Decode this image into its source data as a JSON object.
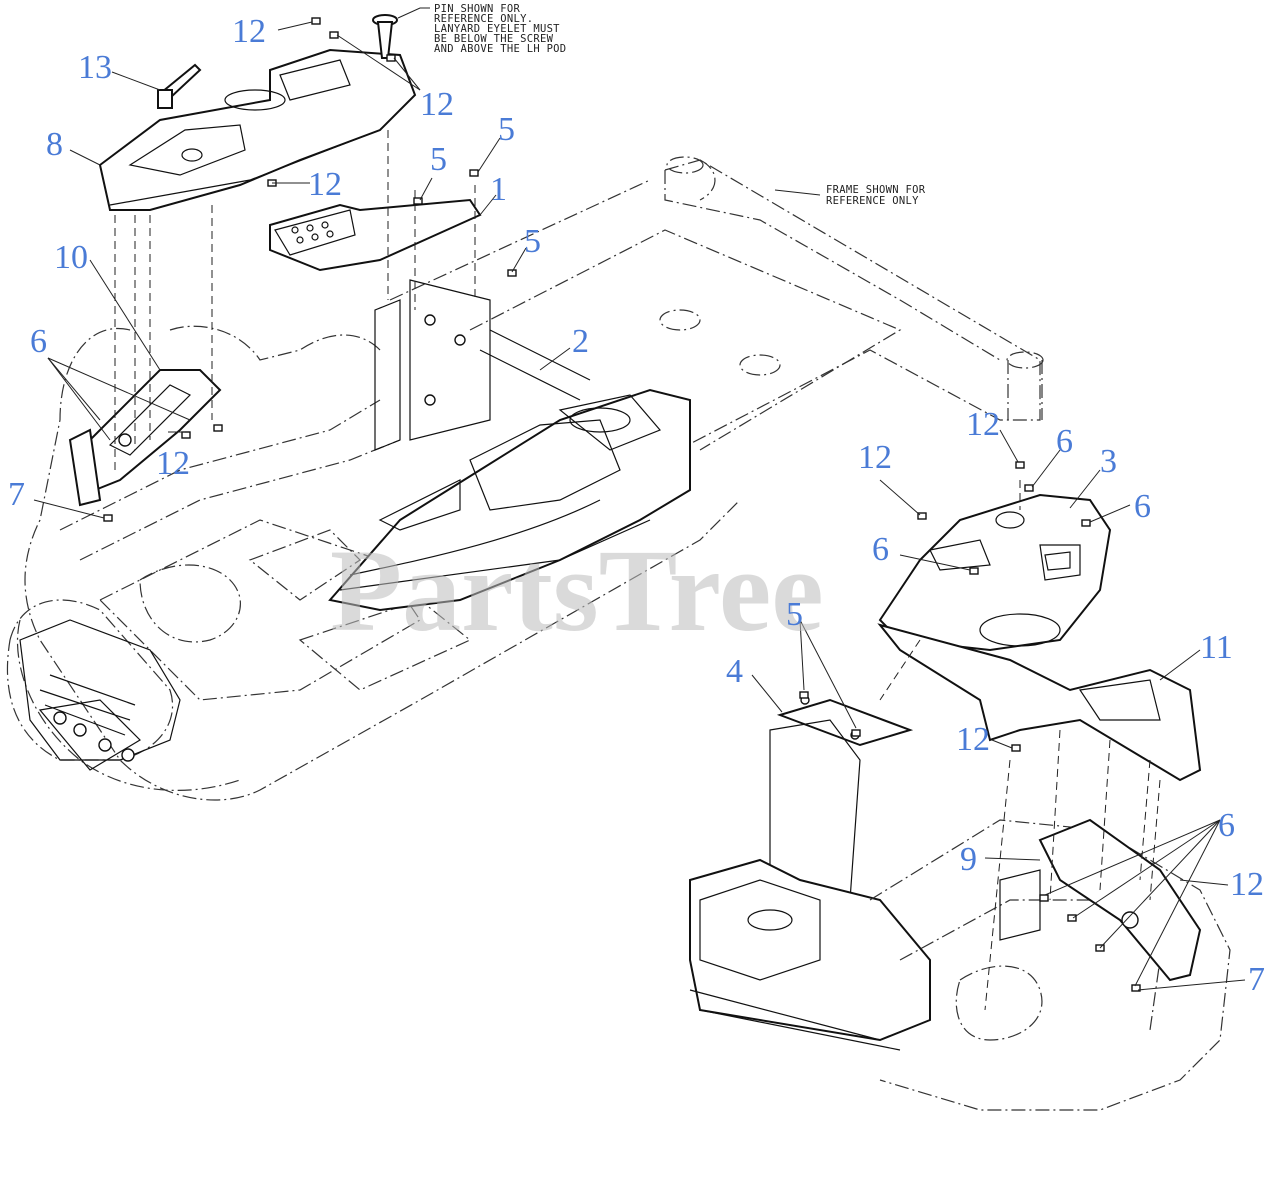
{
  "notes": {
    "pin_line1": "PIN SHOWN FOR",
    "pin_line2": "REFERENCE ONLY.",
    "pin_line3": "LANYARD EYELET MUST",
    "pin_line4": "BE BELOW THE SCREW",
    "pin_line5": "AND ABOVE THE LH POD",
    "frame_line1": "FRAME SHOWN FOR",
    "frame_line2": "REFERENCE ONLY"
  },
  "watermark": "PartsTree",
  "callouts": {
    "c12_top": "12",
    "c13": "13",
    "c12_right_top": "12",
    "c8": "8",
    "c12_mid": "12",
    "c5_a": "5",
    "c5_b": "5",
    "c1": "1",
    "c5_c": "5",
    "c10": "10",
    "c2": "2",
    "c6_left": "6",
    "c12_left": "12",
    "c7_left": "7",
    "c12_r1": "12",
    "c12_r2": "12",
    "c6_r1": "6",
    "c3": "3",
    "c6_r2": "6",
    "c6_r3": "6",
    "c5_d": "5",
    "c4": "4",
    "c11": "11",
    "c12_r3": "12",
    "c6_r4": "6",
    "c9": "9",
    "c12_r4": "12",
    "c7_right": "7"
  },
  "colors": {
    "callout": "#4a7bd6",
    "line": "#111111",
    "watermark": "#bdbdbd"
  }
}
